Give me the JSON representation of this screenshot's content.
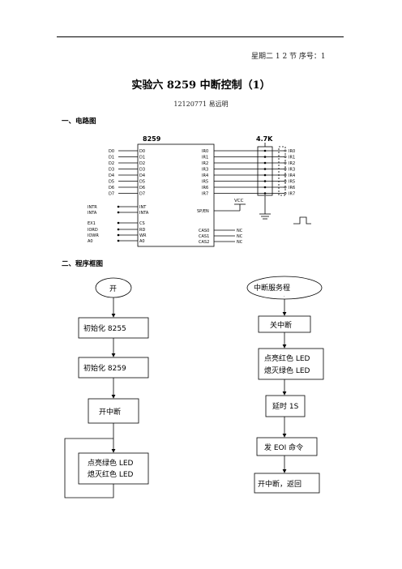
{
  "header": {
    "meta": "星期二 1 2 节 序号：1"
  },
  "doc": {
    "title": "实验六 8259 中断控制（1）",
    "author": "12120771      易远明",
    "section1": "一、电路图",
    "section2": "二、程序框图"
  },
  "circuit": {
    "chip_label": "8259",
    "resistor_label": "4.7K",
    "vcc_label": "VCC",
    "left_data_pins": [
      "D0",
      "D1",
      "D2",
      "D3",
      "D4",
      "D5",
      "D6",
      "D7"
    ],
    "inside_left_data": [
      "D0",
      "D1",
      "D2",
      "D3",
      "D4",
      "D5",
      "D6",
      "D7"
    ],
    "inside_right_ir": [
      "IR0",
      "IR1",
      "IR2",
      "IR3",
      "IR4",
      "IR5",
      "IR6",
      "IR7"
    ],
    "output_ir": [
      "IR0",
      "IR1",
      "IR2",
      "IR3",
      "IR4",
      "IR5",
      "IR6",
      "IR7"
    ],
    "left_ctrl": [
      "INTR",
      "INTA"
    ],
    "inside_ctrl": [
      "INT",
      "INTA"
    ],
    "left_bus": [
      "EX1",
      "IORD",
      "IOWR",
      "A0"
    ],
    "inside_bus": [
      "CS",
      "RD",
      "WR",
      "A0"
    ],
    "sp_en": "SP/EN",
    "cas": [
      "CAS0",
      "CAS1",
      "CAS2"
    ],
    "nc": [
      "NC",
      "NC",
      "NC"
    ]
  },
  "flow_main": [
    "开",
    "初始化 8255",
    "初始化 8259",
    "开中断",
    "点亮绿色 LED",
    "熄灭红色 LED"
  ],
  "flow_isr": [
    "中断服务程",
    "关中断",
    "点亮红色 LED",
    "熄灭绿色 LED",
    "延时 1S",
    "发 EOI 命令",
    "开中断，返回"
  ],
  "isr_mark": "."
}
